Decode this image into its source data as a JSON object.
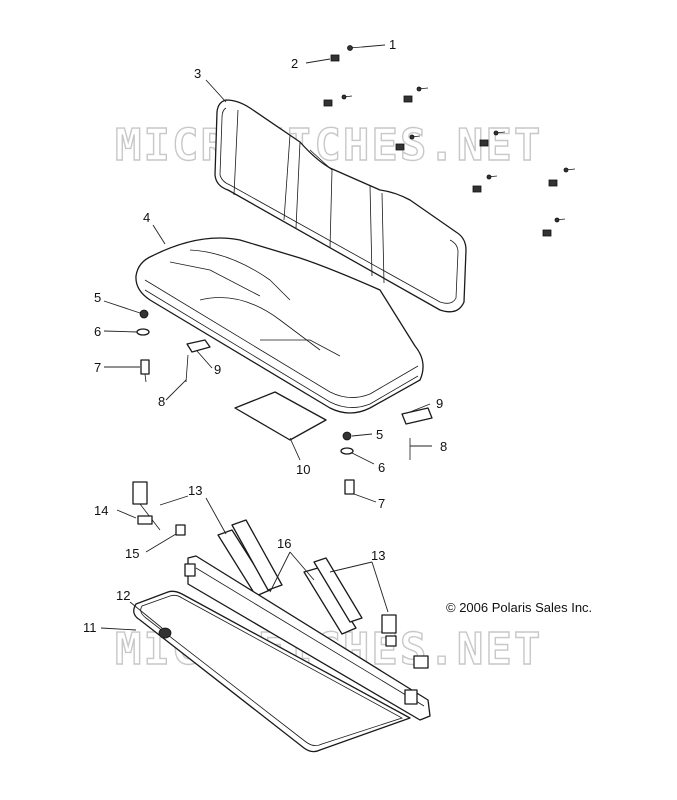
{
  "watermark": "MICROFICHES.NET",
  "copyright": "© 2006 Polaris Sales Inc.",
  "callouts": [
    {
      "id": "c1",
      "label": "1"
    },
    {
      "id": "c2",
      "label": "2"
    },
    {
      "id": "c3",
      "label": "3"
    },
    {
      "id": "c4",
      "label": "4"
    },
    {
      "id": "c5a",
      "label": "5"
    },
    {
      "id": "c6a",
      "label": "6"
    },
    {
      "id": "c7a",
      "label": "7"
    },
    {
      "id": "c9a",
      "label": "9"
    },
    {
      "id": "c8a",
      "label": "8"
    },
    {
      "id": "c9b",
      "label": "9"
    },
    {
      "id": "c5b",
      "label": "5"
    },
    {
      "id": "c10",
      "label": "10"
    },
    {
      "id": "c8b",
      "label": "8"
    },
    {
      "id": "c6b",
      "label": "6"
    },
    {
      "id": "c7b",
      "label": "7"
    },
    {
      "id": "c13a",
      "label": "13"
    },
    {
      "id": "c14",
      "label": "14"
    },
    {
      "id": "c15",
      "label": "15"
    },
    {
      "id": "c16",
      "label": "16"
    },
    {
      "id": "c13b",
      "label": "13"
    },
    {
      "id": "c12",
      "label": "12"
    },
    {
      "id": "c11",
      "label": "11"
    }
  ]
}
